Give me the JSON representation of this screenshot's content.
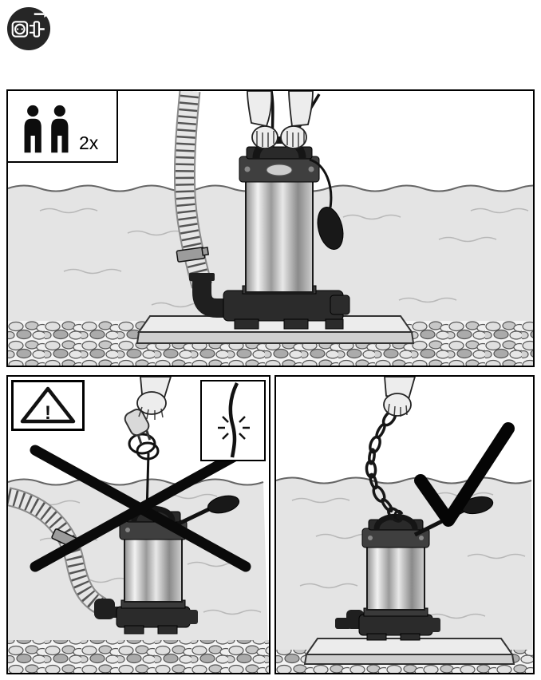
{
  "page": {
    "background_color": "#ffffff",
    "outline_color": "#1a1a1a",
    "water_color": "#e4e4e4",
    "pump_body_color": "#2b2b2b"
  },
  "power_icon": {
    "name": "disconnect-mains-plug-icon"
  },
  "main_panel": {
    "illustration": "two-hands-lowering-submersible-pump-into-water",
    "person_requirement": {
      "icon": "two-person-icon",
      "label": "2x"
    }
  },
  "wrong_panel": {
    "illustration": "do-not-lift-pump-by-power-cable",
    "warning_icon": "warning-triangle-icon",
    "warning_label": "!",
    "inset_icon": "cable-strain-icon",
    "mark_icon": "cross-x-icon"
  },
  "correct_panel": {
    "illustration": "lift-pump-by-chain",
    "mark_icon": "check-mark-icon"
  }
}
